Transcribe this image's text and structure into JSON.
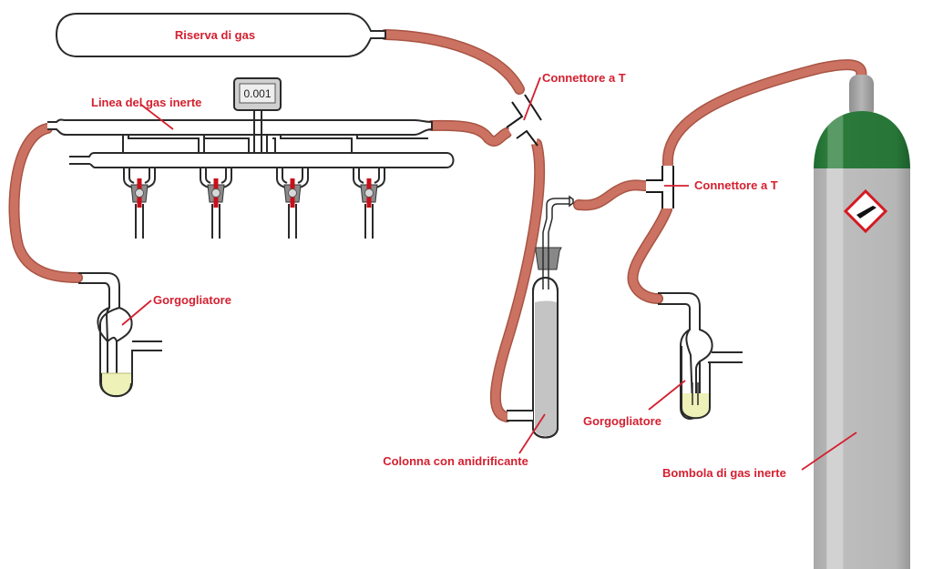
{
  "diagram": {
    "title": "Linea di Schlenk con gas inerte",
    "colors": {
      "label": "#d42030",
      "tube": "#cc7262",
      "tube_edge": "#a85444",
      "glass_outline": "#2a2a2a",
      "liquid": "#eef1b8",
      "desiccant": "#c4c4c4",
      "cylinder_body": "#b8b8b8",
      "cylinder_cap": "#2a7a3a",
      "stopcock": "#c8101a"
    },
    "labels": {
      "gas_reservoir": "Riserva di gas",
      "inert_gas_line": "Linea del gas inerte",
      "bubbler_left": "Gorgogliatore",
      "t_connector_top": "Connettore a T",
      "t_connector_right": "Connettore a T",
      "drying_column": "Colonna con anidrificante",
      "bubbler_right": "Gorgogliatore",
      "gas_cylinder": "Bombola di gas inerte"
    },
    "gauge": {
      "reading": "0.001"
    },
    "stopcocks": [
      {
        "id": 1,
        "icon": "stopcock-icon"
      },
      {
        "id": 2,
        "icon": "stopcock-icon"
      },
      {
        "id": 3,
        "icon": "stopcock-icon"
      },
      {
        "id": 4,
        "icon": "stopcock-icon"
      }
    ],
    "hazard_pictogram": {
      "icon": "gas-cylinder-ghs-icon"
    }
  }
}
